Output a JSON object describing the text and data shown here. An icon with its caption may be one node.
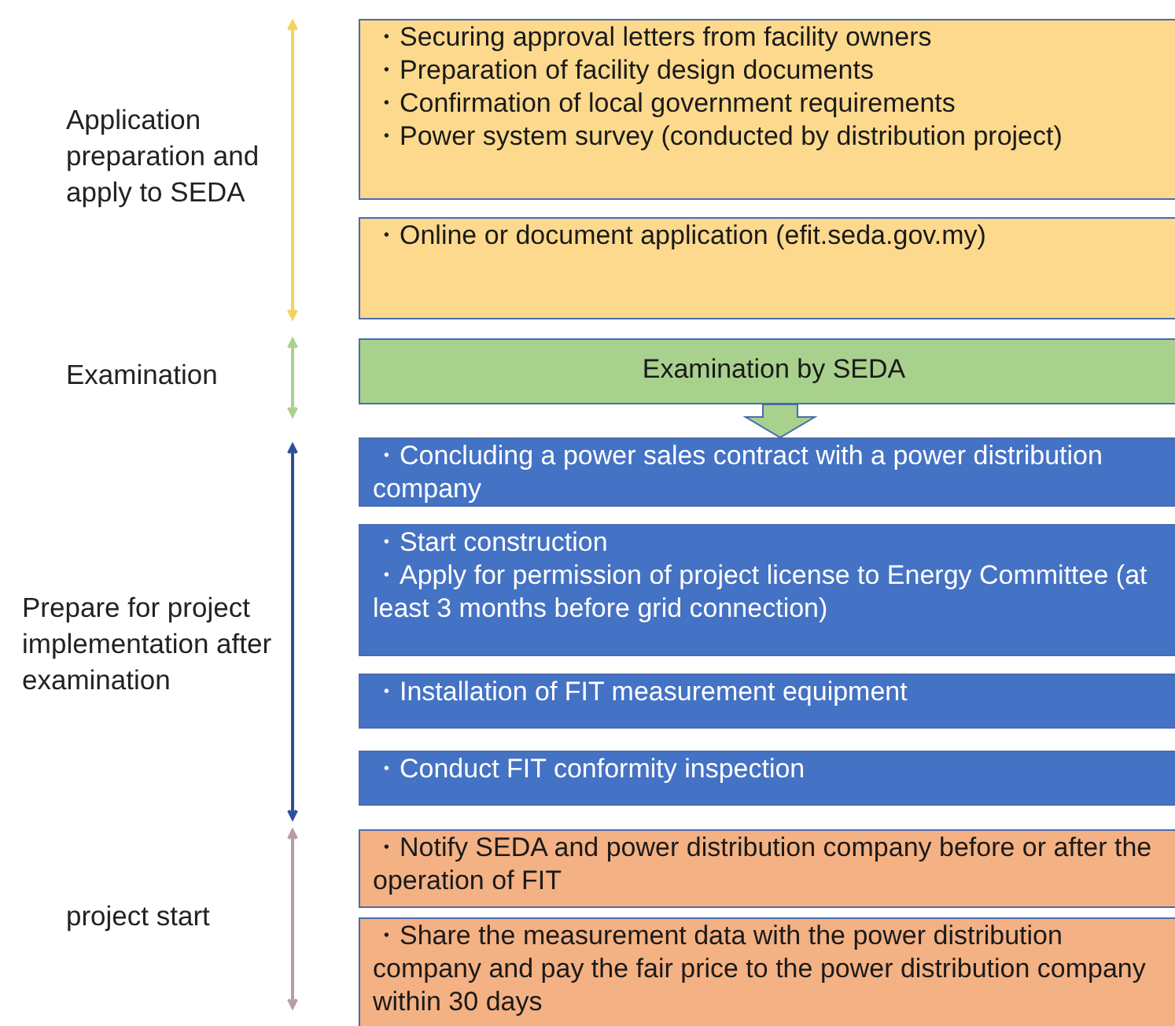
{
  "diagram": {
    "nodes": [
      {
        "text": [
          "・Securing approval letters from facility owners",
          "・Preparation of facility design documents",
          "・Confirmation of local government requirements",
          "・Power system survey (conducted by distribution project)"
        ]
      },
      {
        "text": [
          "・Online or document application (efit.seda.gov.my)"
        ]
      },
      {
        "text": [
          "Examination by SEDA"
        ]
      },
      {
        "text": [
          "・Concluding a power sales contract with a power distribution company"
        ]
      },
      {
        "text": [
          "・Start construction",
          "・Apply for permission of project license to Energy Committee (at least 3 months before grid connection)"
        ]
      },
      {
        "text": [
          "・Installation of FIT measurement equipment"
        ]
      },
      {
        "text": [
          "・Conduct FIT conformity inspection"
        ]
      },
      {
        "text": [
          "・Notify SEDA and power distribution company before or after the operation of FIT"
        ]
      },
      {
        "text": [
          "・Share the measurement data with the power distribution company and pay the fair price to the power distribution company within 30 days"
        ]
      }
    ],
    "edges": [
      {
        "from": 2,
        "to": 3,
        "arrow": "to"
      }
    ],
    "labels": [
      "Application preparation and apply to SEDA",
      "Examination",
      "Prepare for project implementation after examination",
      "project start"
    ]
  }
}
